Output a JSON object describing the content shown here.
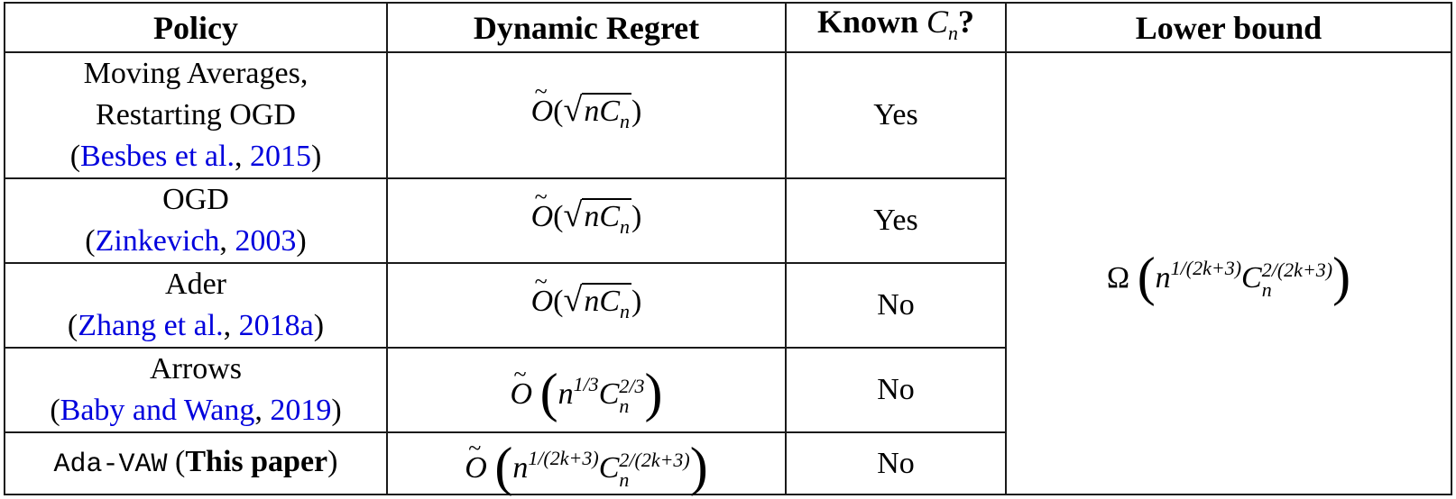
{
  "table": {
    "headers": {
      "policy": "Policy",
      "regret": "Dynamic Regret",
      "known_text": "Known ",
      "known_math": "C",
      "known_sub": "n",
      "known_q": "?",
      "lower": "Lower bound"
    },
    "rows": [
      {
        "policy_lines": [
          "Moving Averages,",
          "Restarting OGD"
        ],
        "cite_authors": "Besbes et al.",
        "cite_year": "2015",
        "regret": "Õ(√(nC_n))",
        "known": "Yes"
      },
      {
        "policy_lines": [
          "OGD"
        ],
        "cite_authors": "Zinkevich",
        "cite_year": "2003",
        "regret": "Õ(√(nC_n))",
        "known": "Yes"
      },
      {
        "policy_lines": [
          "Ader"
        ],
        "cite_authors": "Zhang et al.",
        "cite_year": "2018a",
        "regret": "Õ(√(nC_n))",
        "known": "No"
      },
      {
        "policy_lines": [
          "Arrows"
        ],
        "cite_authors": "Baby and Wang",
        "cite_year": "2019",
        "regret": "Õ(n^{1/3} C_n^{2/3})",
        "n_exp": "1/3",
        "c_exp": "2/3",
        "known": "No"
      },
      {
        "policy_mono": "Ada-VAW",
        "policy_bold": "This paper",
        "regret": "Õ(n^{1/(2k+3)} C_n^{2/(2k+3)})",
        "n_exp": "1/(2k+3)",
        "c_exp": "2/(2k+3)",
        "known": "No"
      }
    ],
    "lower_bound": {
      "text": "Ω(n^{1/(2k+3)} C_n^{2/(2k+3)})",
      "symbol": "Ω",
      "n_exp": "1/(2k+3)",
      "c_exp": "2/(2k+3)"
    },
    "symbols": {
      "O": "O",
      "n": "n",
      "C": "C",
      "sub_n": "n",
      "lparen": "(",
      "rparen": ")",
      "radical": "√",
      "open_paren": "(",
      "close_paren": ")",
      "comma": ", ",
      "space": " "
    },
    "link_color": "#0000dd",
    "border_color": "#1a1a1a"
  }
}
